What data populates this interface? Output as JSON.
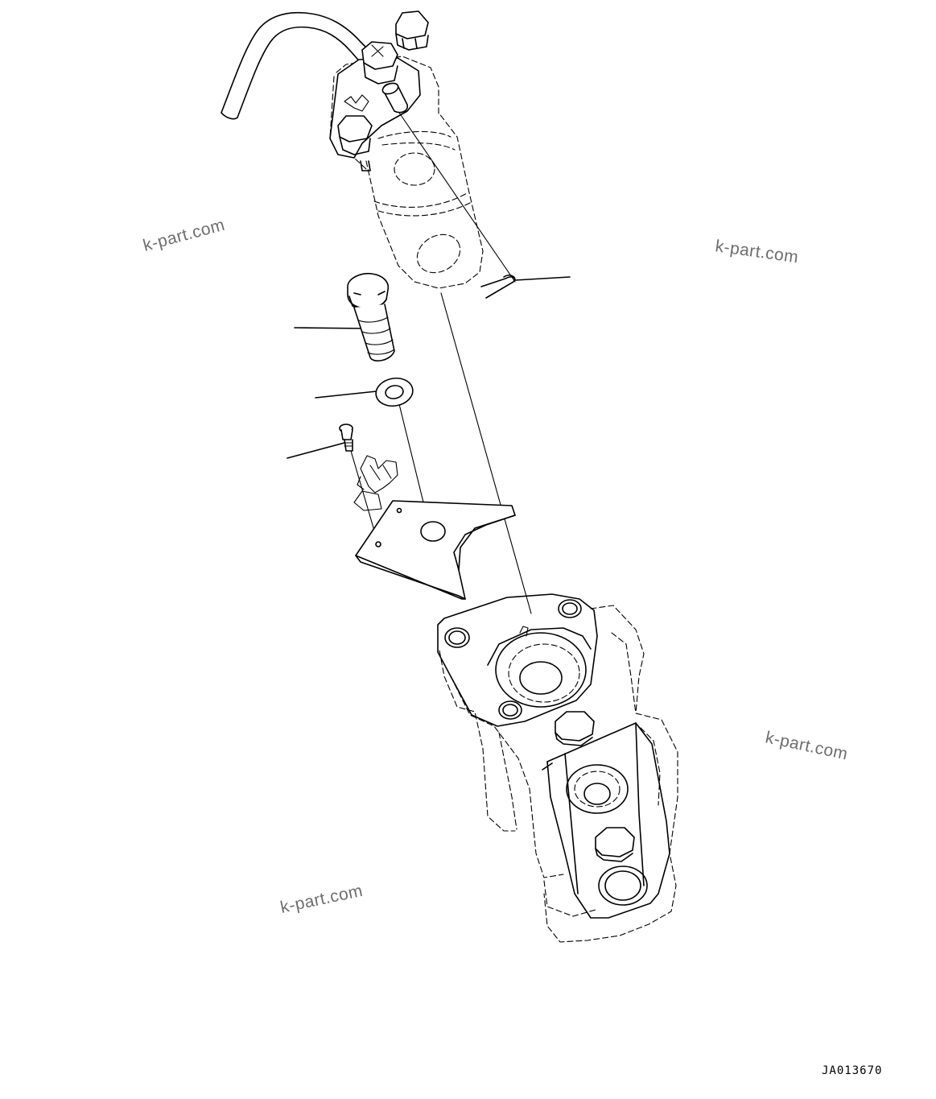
{
  "watermarks": [
    "k-part.com",
    "k-part.com",
    "k-part.com",
    "k-part.com"
  ],
  "drawing_code": "JA013670"
}
